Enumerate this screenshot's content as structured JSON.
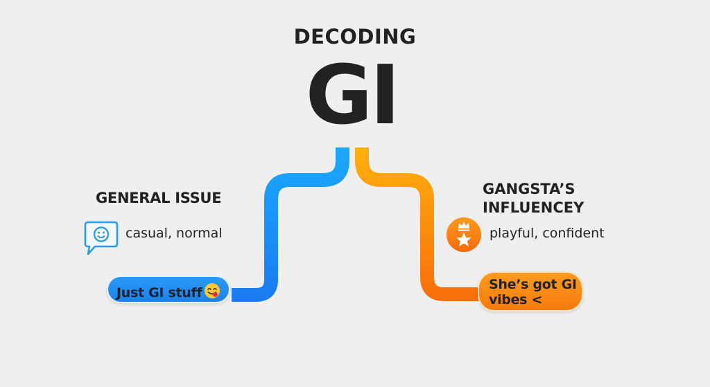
{
  "header": {
    "super_title": "DECODING",
    "title": "GI"
  },
  "branches": {
    "left": {
      "label": "GENERAL ISSUE",
      "icon": "smiley-speech-bubble-icon",
      "trait": "casual, normal",
      "example": "Just GI stuff",
      "example_emoji": "face-savoring-food-emoji",
      "color": "#1e88f0"
    },
    "right": {
      "label_line1": "GANGSTA’S",
      "label_line2": "INFLUENCEY",
      "icon": "crown-star-badge-icon",
      "trait": "playful, confident",
      "example_line1": "She’s got GI",
      "example_line2": "vibes <",
      "color": "#f7870f"
    }
  },
  "colors": {
    "background": "#efefef",
    "text": "#222222",
    "blue_top": "#18a8ff",
    "blue_bottom": "#1a7ef0",
    "orange_top": "#ffae10",
    "orange_bottom": "#f86e0a"
  }
}
